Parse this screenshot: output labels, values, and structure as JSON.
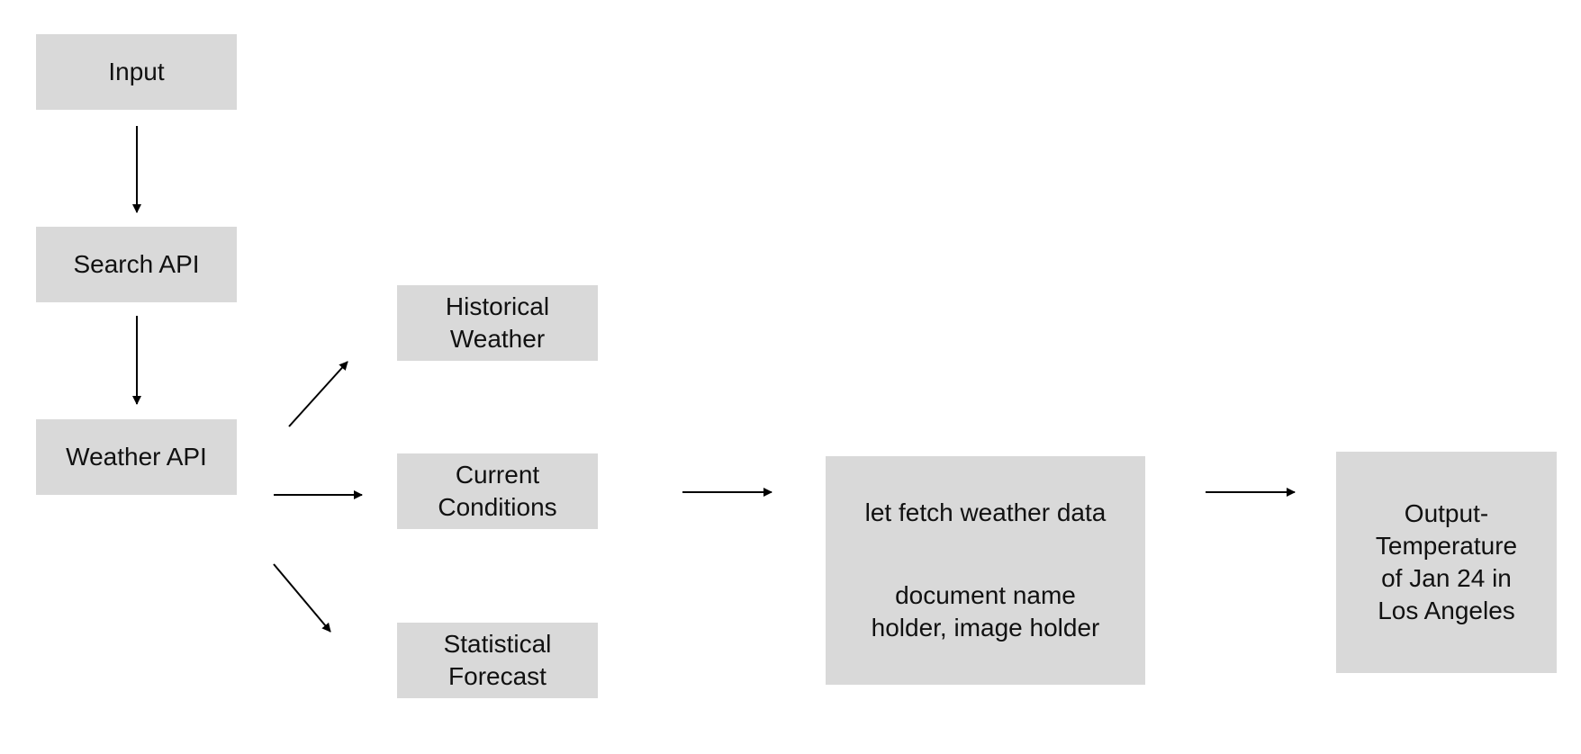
{
  "diagram": {
    "nodes": {
      "input": "Input",
      "search_api": "Search API",
      "weather_api": "Weather API",
      "historical_weather": "Historical\nWeather",
      "current_conditions": "Current\nConditions",
      "statistical_forecast": "Statistical\nForecast",
      "process_line1": "let fetch weather data",
      "process_line2": "document name\nholder, image holder",
      "output": "Output-\nTemperature\nof Jan 24 in\nLos Angeles"
    },
    "colors": {
      "node_fill": "#d9d9d9",
      "arrow": "#000000"
    }
  }
}
